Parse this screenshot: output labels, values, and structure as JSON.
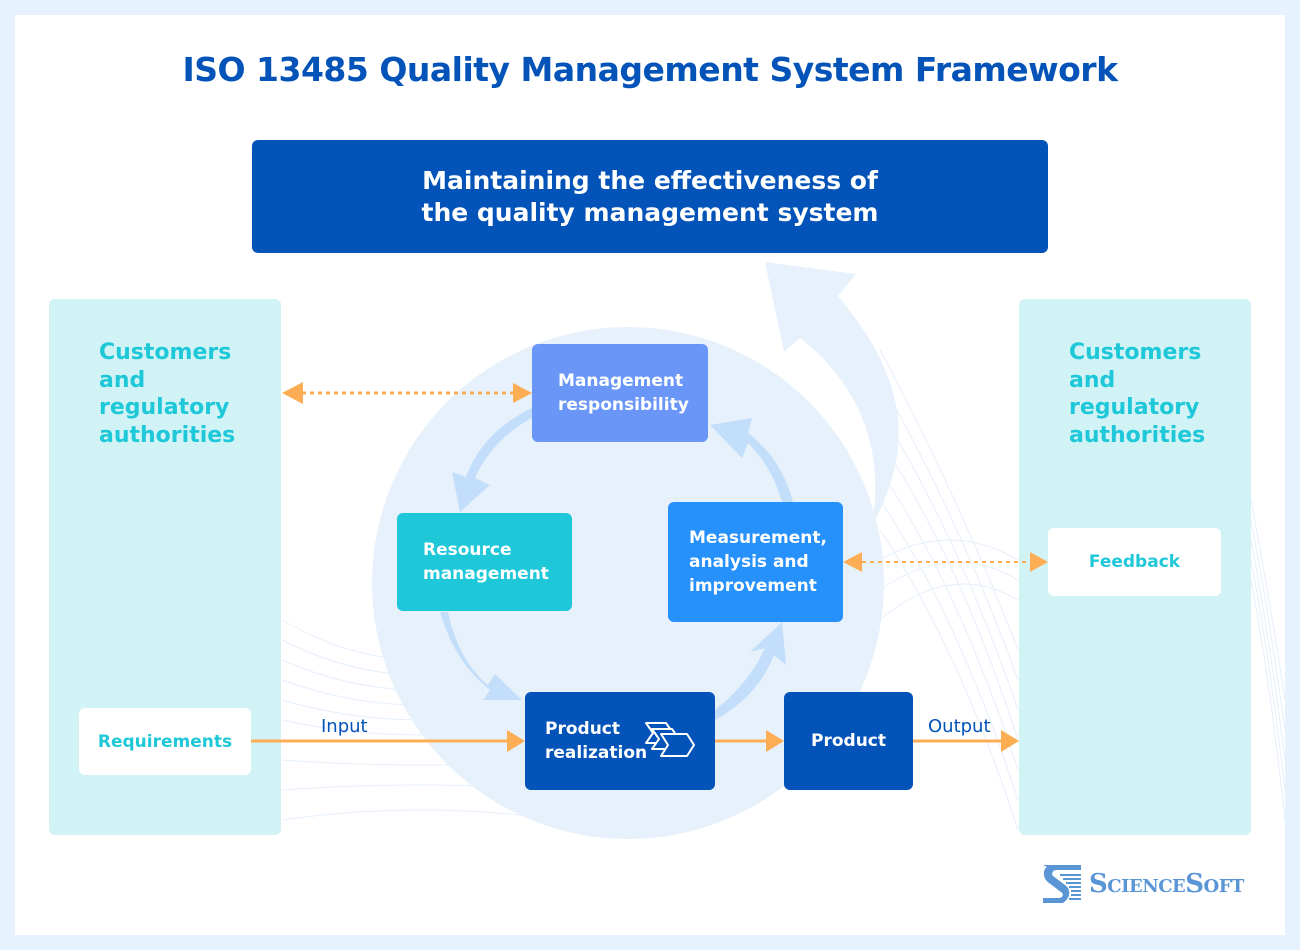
{
  "title": "ISO 13485 Quality Management System Framework",
  "banner": {
    "line1": "Maintaining the effectiveness of",
    "line2": "the quality management system"
  },
  "left_panel": {
    "title_lines": [
      "Customers",
      "and",
      "regulatory",
      "authorities"
    ],
    "box_label": "Requirements"
  },
  "right_panel": {
    "title_lines": [
      "Customers",
      "and",
      "regulatory",
      "authorities"
    ],
    "box_label": "Feedback"
  },
  "cycle": {
    "management": {
      "lines": [
        "Management",
        "responsibility"
      ],
      "color": "#6a97f7"
    },
    "resource": {
      "lines": [
        "Resource",
        "management"
      ],
      "color": "#1ec8d9"
    },
    "measurement": {
      "lines": [
        "Measurement,",
        "analysis and",
        "improvement"
      ],
      "color": "#2690fb"
    },
    "realization": {
      "lines": [
        "Product",
        "realization"
      ],
      "color": "#0353b8",
      "icon": "process-chevrons-icon"
    }
  },
  "product": {
    "label": "Product",
    "color": "#0353b8"
  },
  "flow": {
    "input_label": "Input",
    "output_label": "Output",
    "arrow_color": "#fdae55"
  },
  "brand": {
    "name": "ScienceSoft",
    "color": "#5a95d6"
  },
  "colors": {
    "primary": "#0353b8",
    "panel_bg": "#d1f3f6",
    "panel_text": "#1ec8d9",
    "circle_bg": "#e7f1fc",
    "cycle_arrow": "#c2defa",
    "page_bg": "#e6f2fd"
  }
}
